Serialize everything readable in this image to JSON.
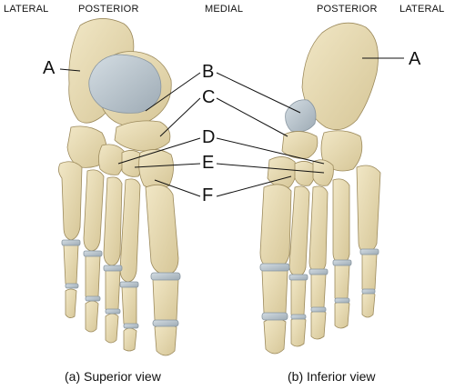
{
  "orientation": {
    "left_lateral": "LATERAL",
    "left_posterior": "POSTERIOR",
    "medial": "MEDIAL",
    "right_posterior": "POSTERIOR",
    "right_lateral": "LATERAL"
  },
  "labels": {
    "superior_A": "A",
    "B": "B",
    "C": "C",
    "D": "D",
    "E": "E",
    "F": "F",
    "inferior_A": "A"
  },
  "captions": {
    "superior": "(a) Superior view",
    "inferior": "(b) Inferior view"
  },
  "colors": {
    "bone": "#e8dcb4",
    "bone_shade": "#c9b98a",
    "bone_outline": "#9c8a5c",
    "cartilage": "#b8c4cc",
    "leader": "#111111"
  }
}
